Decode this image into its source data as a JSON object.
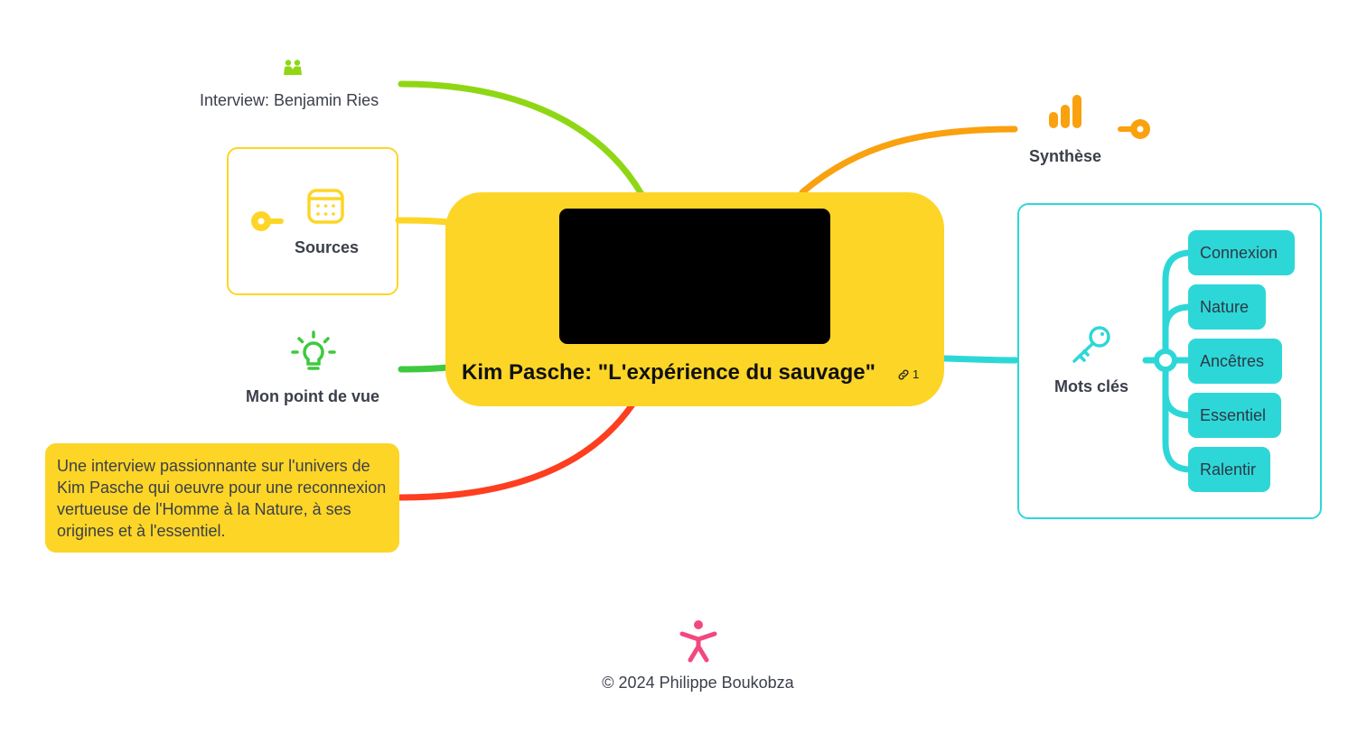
{
  "central": {
    "title": "Kim Pasche: \"L'expérience du sauvage\"",
    "link_count": "1",
    "link_icon": "link-icon"
  },
  "branches": {
    "interview": {
      "label": "Interview: Benjamin Ries",
      "icon": "people-icon",
      "color": "#8fd714"
    },
    "sources": {
      "label": "Sources",
      "icon": "calendar-icon",
      "color": "#fdd526"
    },
    "point_de_vue": {
      "label": "Mon point de vue",
      "icon": "lightbulb-icon",
      "color": "#3ec93e"
    },
    "note": {
      "text": "Une interview passionnante sur l'univers de Kim Pasche qui oeuvre pour une reconnexion vertueuse de l'Homme à la Nature, à ses origines et à l'essentiel.",
      "color": "#fd3e1f"
    },
    "synthese": {
      "label": "Synthèse",
      "icon": "bar-chart-icon",
      "color": "#f9a10f"
    },
    "mots_cles": {
      "label": "Mots clés",
      "icon": "key-icon",
      "color": "#2ed7d7",
      "items": [
        "Connexion",
        "Nature",
        "Ancêtres",
        "Essentiel",
        "Ralentir"
      ]
    }
  },
  "footer": {
    "text": "© 2024 Philippe Boukobza",
    "icon": "accessibility-person-icon",
    "color": "#f3487f"
  }
}
